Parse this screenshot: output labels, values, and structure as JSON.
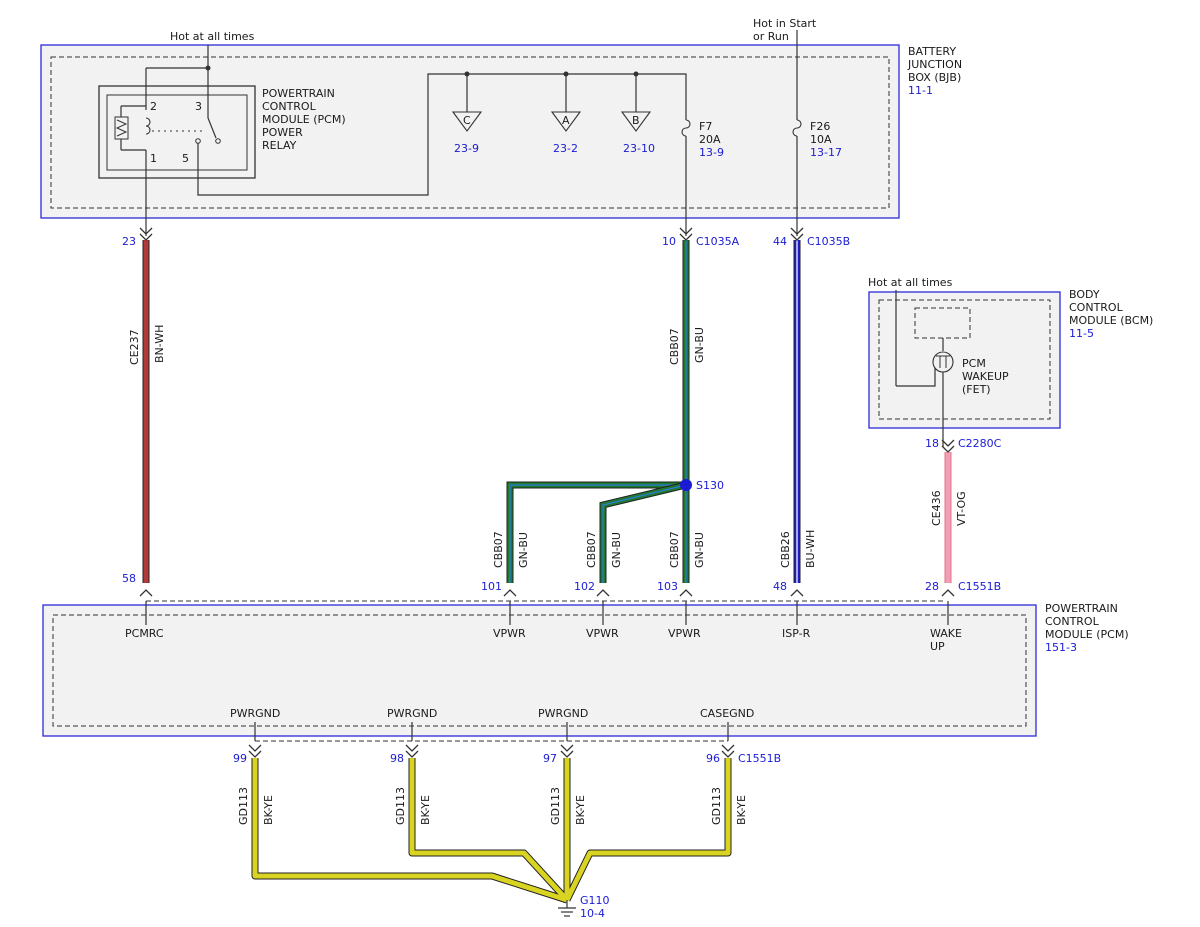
{
  "colors": {
    "module_border": "#2b2bd9",
    "module_fill": "#f2f2f2",
    "ref_text": "#1b1bd6",
    "wire_bn_wh": "#b03a3a",
    "wire_gn_bu": "#1f7a2e",
    "wire_bu_wh": "#2020c8",
    "wire_vt_og": "#f0a0b0",
    "wire_bk_ye": "#d9d421",
    "wire_outline": "#222222"
  },
  "bjb": {
    "title_line1": "BATTERY",
    "title_line2": "JUNCTION",
    "title_line3": "BOX (BJB)",
    "ref": "11-1",
    "power_note": "Hot at all times",
    "relay": {
      "label_line1": "POWERTRAIN",
      "label_line2": "CONTROL",
      "label_line3": "MODULE (PCM)",
      "label_line4": "POWER",
      "label_line5": "RELAY",
      "pin_2": "2",
      "pin_3": "3",
      "pin_1": "1",
      "pin_5": "5",
      "icon": "relay-coil-switch-icon"
    },
    "taps": [
      {
        "letter": "C",
        "ref": "23-9"
      },
      {
        "letter": "A",
        "ref": "23-2"
      },
      {
        "letter": "B",
        "ref": "23-10"
      }
    ],
    "fuse_f7": {
      "name": "F7",
      "rating": "20A",
      "ref": "13-9"
    },
    "fuse_f26": {
      "name": "F26",
      "rating": "10A",
      "ref": "13-17"
    },
    "start_run_line1": "Hot in Start",
    "start_run_line2": "or Run"
  },
  "bcm": {
    "title_line1": "BODY",
    "title_line2": "CONTROL",
    "title_line3": "MODULE (BCM)",
    "ref": "11-5",
    "power_note": "Hot at all times",
    "fet_line1": "PCM",
    "fet_line2": "WAKEUP",
    "fet_line3": "(FET)",
    "fet_icon": "fet-transistor-icon"
  },
  "pcm": {
    "title_line1": "POWERTRAIN",
    "title_line2": "CONTROL",
    "title_line3": "MODULE (PCM)",
    "ref": "151-3",
    "pins_top": [
      "PCMRC",
      "VPWR",
      "VPWR",
      "VPWR",
      "ISP-R"
    ],
    "wake_line1": "WAKE",
    "wake_line2": "UP",
    "pins_bottom": [
      "PWRGND",
      "PWRGND",
      "PWRGND",
      "CASEGND"
    ]
  },
  "connectors": {
    "c23": "23",
    "c10": "10",
    "c1035a": "C1035A",
    "c44": "44",
    "c1035b": "C1035B",
    "c18": "18",
    "c2280c": "C2280C",
    "c58": "58",
    "c101": "101",
    "c102": "102",
    "c103": "103",
    "c48": "48",
    "c28": "28",
    "c1551b_top": "C1551B",
    "c99": "99",
    "c98": "98",
    "c97": "97",
    "c96": "96",
    "c1551b_bottom": "C1551B"
  },
  "circuits": [
    {
      "circuit": "CE237",
      "color": "BN-WH"
    },
    {
      "circuit": "CBB07",
      "color": "GN-BU"
    },
    {
      "circuit": "CBB26",
      "color": "BU-WH"
    },
    {
      "circuit": "CE436",
      "color": "VT-OG"
    },
    {
      "circuit": "CBB07",
      "color": "GN-BU"
    },
    {
      "circuit": "CBB07",
      "color": "GN-BU"
    },
    {
      "circuit": "CBB07",
      "color": "GN-BU"
    },
    {
      "circuit": "GD113",
      "color": "BK-YE"
    },
    {
      "circuit": "GD113",
      "color": "BK-YE"
    },
    {
      "circuit": "GD113",
      "color": "BK-YE"
    },
    {
      "circuit": "GD113",
      "color": "BK-YE"
    }
  ],
  "splice": {
    "name": "S130"
  },
  "ground": {
    "name": "G110",
    "ref": "10-4",
    "icon": "ground-symbol-icon"
  }
}
